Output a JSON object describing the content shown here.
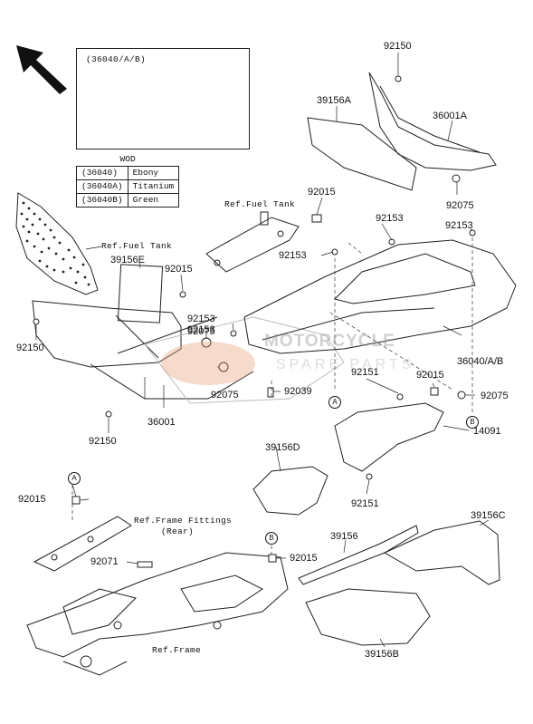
{
  "inset": {
    "title": "(36040/A/B)"
  },
  "color_table": {
    "header": "WOD",
    "rows": [
      {
        "code": "(36040)",
        "color": "Ebony"
      },
      {
        "code": "(36040A)",
        "color": "Titanium"
      },
      {
        "code": "(36040B)",
        "color": "Green"
      }
    ]
  },
  "labels": {
    "p92150_top": "92150",
    "p39156A": "39156A",
    "p36001A": "36001A",
    "p92075_top": "92075",
    "p92015_a": "92015",
    "p92153_a": "92153",
    "p92153_b": "92153",
    "p92153_c": "92153",
    "ref_fuel_tank_1": "Ref.Fuel Tank",
    "ref_fuel_tank_2": "Ref.Fuel Tank",
    "p39156E": "39156E",
    "p92015_b": "92015",
    "p92150_left": "92150",
    "p92075_a": "92075",
    "p92075_b": "92075",
    "p92039": "92039",
    "p36001": "36001",
    "p92150_bottom": "92150",
    "p36040AB": "36040/A/B",
    "p92151_a": "92151",
    "p92015_c": "92015",
    "p92075_c": "92075",
    "p14091": "14091",
    "p39156D": "39156D",
    "p92151_b": "92151",
    "p92015_d": "92015",
    "ref_frame_fittings": "Ref.Frame Fittings",
    "ref_frame_fittings_sub": "(Rear)",
    "p92071": "92071",
    "p92015_e": "92015",
    "p39156": "39156",
    "p39156C": "39156C",
    "ref_frame": "Ref.Frame",
    "p39156B": "39156B"
  },
  "callouts": {
    "a": "A",
    "b": "B"
  },
  "watermark": {
    "line1": "MOTORCYCLE",
    "line2": "SPARE PARTS"
  }
}
